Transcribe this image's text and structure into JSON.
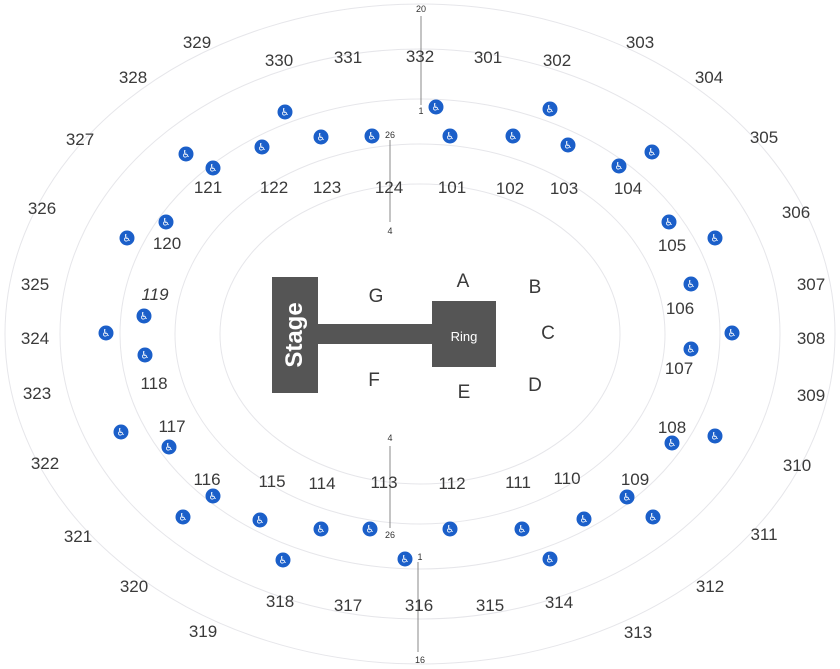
{
  "colors": {
    "background": "#ffffff",
    "stage": "#555555",
    "accessible_icon": "#1b5fc9",
    "section_text": "#3a3a3a"
  },
  "icon_names": [
    "wheelchair-icon"
  ],
  "stage": {
    "label": "Stage"
  },
  "ring": {
    "label": "Ring"
  },
  "floor_sections": [
    "A",
    "B",
    "C",
    "D",
    "E",
    "F",
    "G"
  ],
  "lower_sections": [
    "101",
    "102",
    "103",
    "104",
    "105",
    "106",
    "107",
    "108",
    "109",
    "110",
    "111",
    "112",
    "113",
    "114",
    "115",
    "116",
    "117",
    "118",
    "119",
    "120",
    "121",
    "122",
    "123",
    "124"
  ],
  "upper_sections": [
    "301",
    "302",
    "303",
    "304",
    "305",
    "306",
    "307",
    "308",
    "309",
    "310",
    "311",
    "312",
    "313",
    "314",
    "315",
    "316",
    "317",
    "318",
    "319",
    "320",
    "321",
    "322",
    "323",
    "324",
    "325",
    "326",
    "327",
    "328",
    "329",
    "330",
    "331",
    "332"
  ],
  "row_labels": {
    "top_outer": "20",
    "top_a": "1",
    "top_b": "26",
    "top_c": "4",
    "bottom_c": "4",
    "bottom_b": "26",
    "bottom_a": "1",
    "bottom_outer": "16"
  }
}
